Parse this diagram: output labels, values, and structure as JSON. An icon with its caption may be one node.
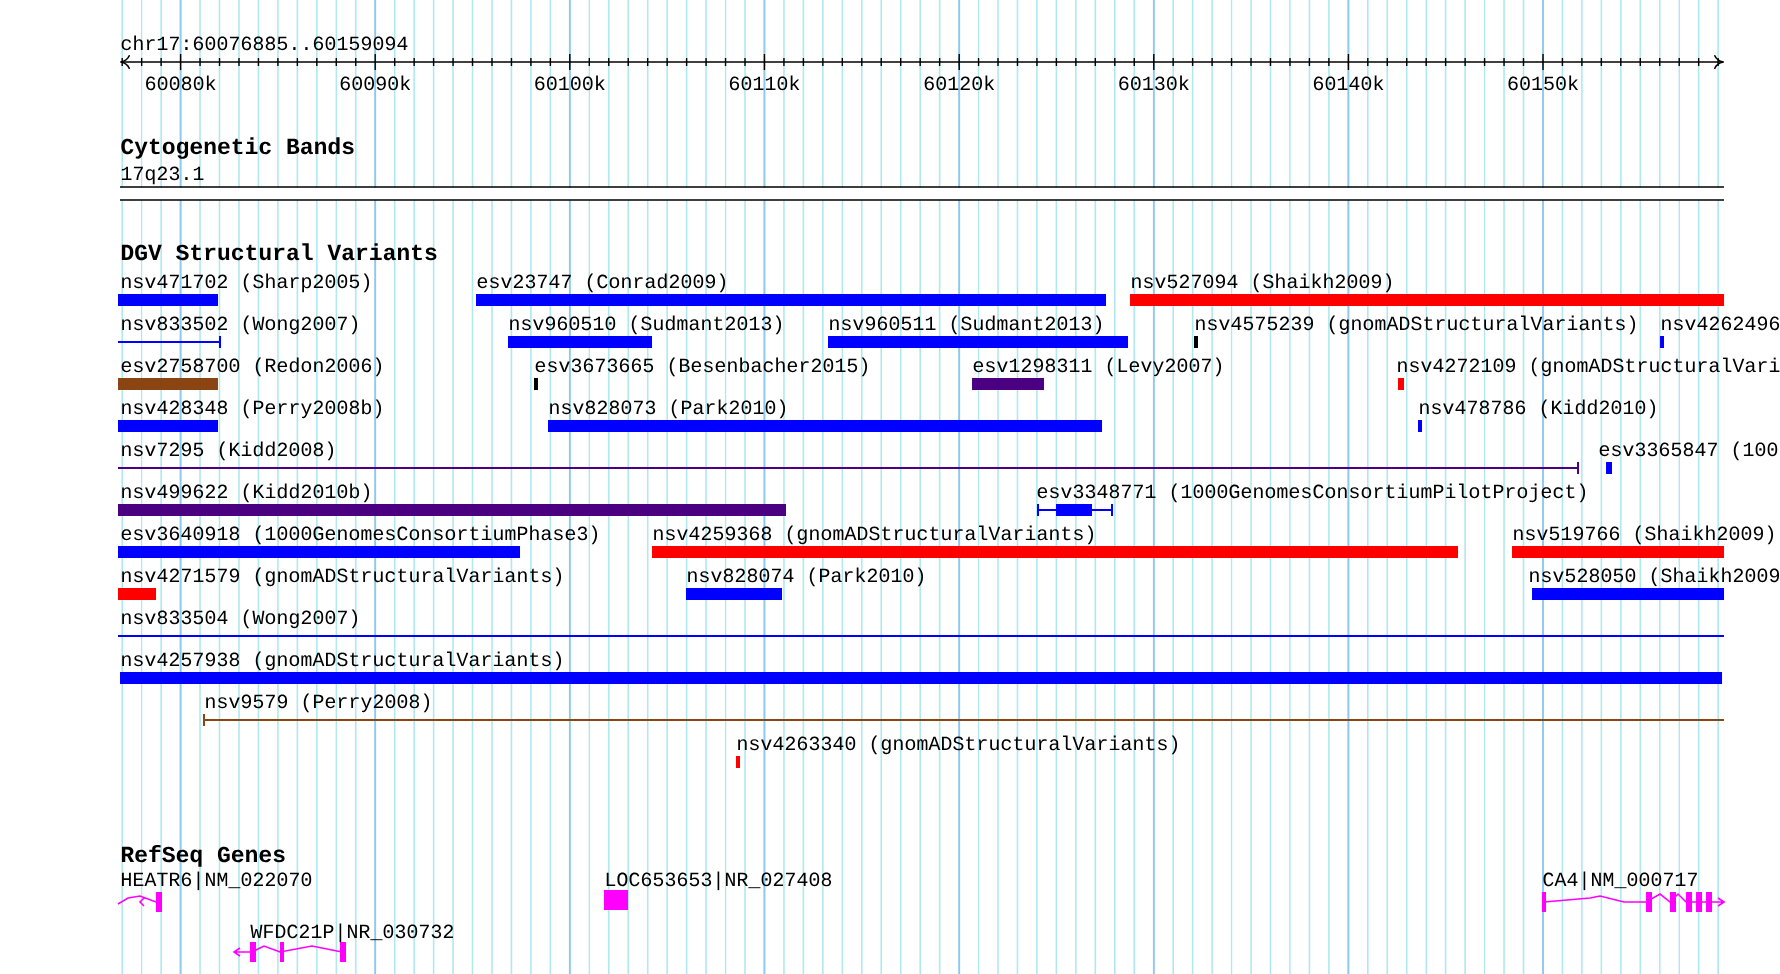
{
  "diagram": {
    "labels": [
      "chr17:60076885..60159094",
      "60080k",
      "60090k",
      "60100k",
      "60110k",
      "60120k",
      "60130k",
      "60140k",
      "60150k",
      "Cytogenetic Bands",
      "17q23.1",
      "DGV Structural Variants",
      "nsv471702 (Sharp2005)",
      "esv23747 (Conrad2009)",
      "nsv527094 (Shaikh2009)",
      "nsv833502 (Wong2007)",
      "nsv960510 (Sudmant2013)",
      "nsv960511 (Sudmant2013)",
      "nsv4575239 (gnomADStructuralVariants)",
      "nsv4262496",
      "esv2758700 (Redon2006)",
      "esv3673665 (Besenbacher2015)",
      "esv1298311 (Levy2007)",
      "nsv4272109 (gnomADStructuralVari",
      "nsv428348 (Perry2008b)",
      "nsv828073 (Park2010)",
      "nsv478786 (Kidd2010)",
      "nsv7295 (Kidd2008)",
      "esv3365847 (100",
      "nsv499622 (Kidd2010b)",
      "esv3348771 (1000GenomesConsortiumPilotProject)",
      "esv3640918 (1000GenomesConsortiumPhase3)",
      "nsv4259368 (gnomADStructuralVariants)",
      "nsv519766 (Shaikh2009)",
      "nsv4271579 (gnomADStructuralVariants)",
      "nsv828074 (Park2010)",
      "nsv528050 (Shaikh2009",
      "nsv833504 (Wong2007)",
      "nsv4257938 (gnomADStructuralVariants)",
      "nsv9579 (Perry2008)",
      "nsv4263340 (gnomADStructuralVariants)",
      "RefSeq Genes",
      "HEATR6|NM_022070",
      "LOC653653|NR_027408",
      "WFDC21P|NR_030732",
      "CA4|NM_000717"
    ]
  }
}
